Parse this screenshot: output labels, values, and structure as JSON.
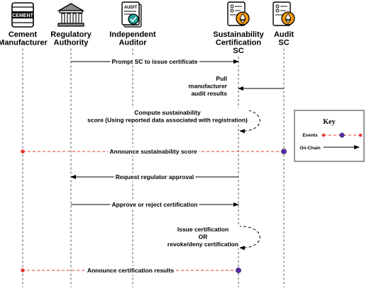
{
  "actors": [
    {
      "id": "cement",
      "lines": [
        "Cement",
        "Manufacturer"
      ],
      "icon": "cement-bag-icon",
      "icon_text": "CEMENT"
    },
    {
      "id": "regulator",
      "lines": [
        "Regulatory",
        "Authority"
      ],
      "icon": "government-building-icon"
    },
    {
      "id": "auditor",
      "lines": [
        "Independent",
        "Auditor"
      ],
      "icon": "audit-document-icon",
      "icon_text": "AUDIT"
    },
    {
      "id": "sustain_sc",
      "lines": [
        "Sustainability",
        "Certification",
        "SC"
      ],
      "icon": "smart-contract-icon"
    },
    {
      "id": "audit_sc",
      "lines": [
        "Audit",
        "SC"
      ],
      "icon": "smart-contract-icon"
    }
  ],
  "messages": [
    {
      "id": "m1",
      "from": "regulator",
      "to": "sustain_sc",
      "kind": "on-chain",
      "lines": [
        "Prompt SC to issue certificate"
      ]
    },
    {
      "id": "m2",
      "from": "audit_sc",
      "to": "sustain_sc",
      "kind": "on-chain",
      "lines": [
        "Pull",
        "manufacturer",
        "audit results"
      ]
    },
    {
      "id": "m3",
      "from": "sustain_sc",
      "to": "sustain_sc",
      "kind": "self",
      "lines": [
        "Compute sustainability",
        "score (Using reported data associated with registration)"
      ]
    },
    {
      "id": "m4",
      "from": "audit_sc",
      "to": "cement",
      "kind": "event",
      "lines": [
        "Announce sustainability score"
      ]
    },
    {
      "id": "m5",
      "from": "sustain_sc",
      "to": "regulator",
      "kind": "on-chain",
      "lines": [
        "Request regulator approval"
      ]
    },
    {
      "id": "m6",
      "from": "regulator",
      "to": "sustain_sc",
      "kind": "on-chain",
      "lines": [
        "Approve or reject certification"
      ]
    },
    {
      "id": "m7",
      "from": "sustain_sc",
      "to": "sustain_sc",
      "kind": "self",
      "lines": [
        "Issue certification",
        "OR",
        "revoke/deny certification"
      ]
    },
    {
      "id": "m8",
      "from": "sustain_sc",
      "to": "cement",
      "kind": "event",
      "lines": [
        "Announce certification results"
      ]
    }
  ],
  "key": {
    "title": "Key",
    "events_label": "Events",
    "onchain_label": "On-Chain"
  },
  "colors": {
    "event_line": "#e53935",
    "event_dot_red": "#e53935",
    "event_dot_purple": "#5b2bb5",
    "lifeline": "#555555",
    "icon_orange": "#f59a0c",
    "icon_teal": "#26a69a",
    "icon_gray": "#8a8a8a"
  }
}
